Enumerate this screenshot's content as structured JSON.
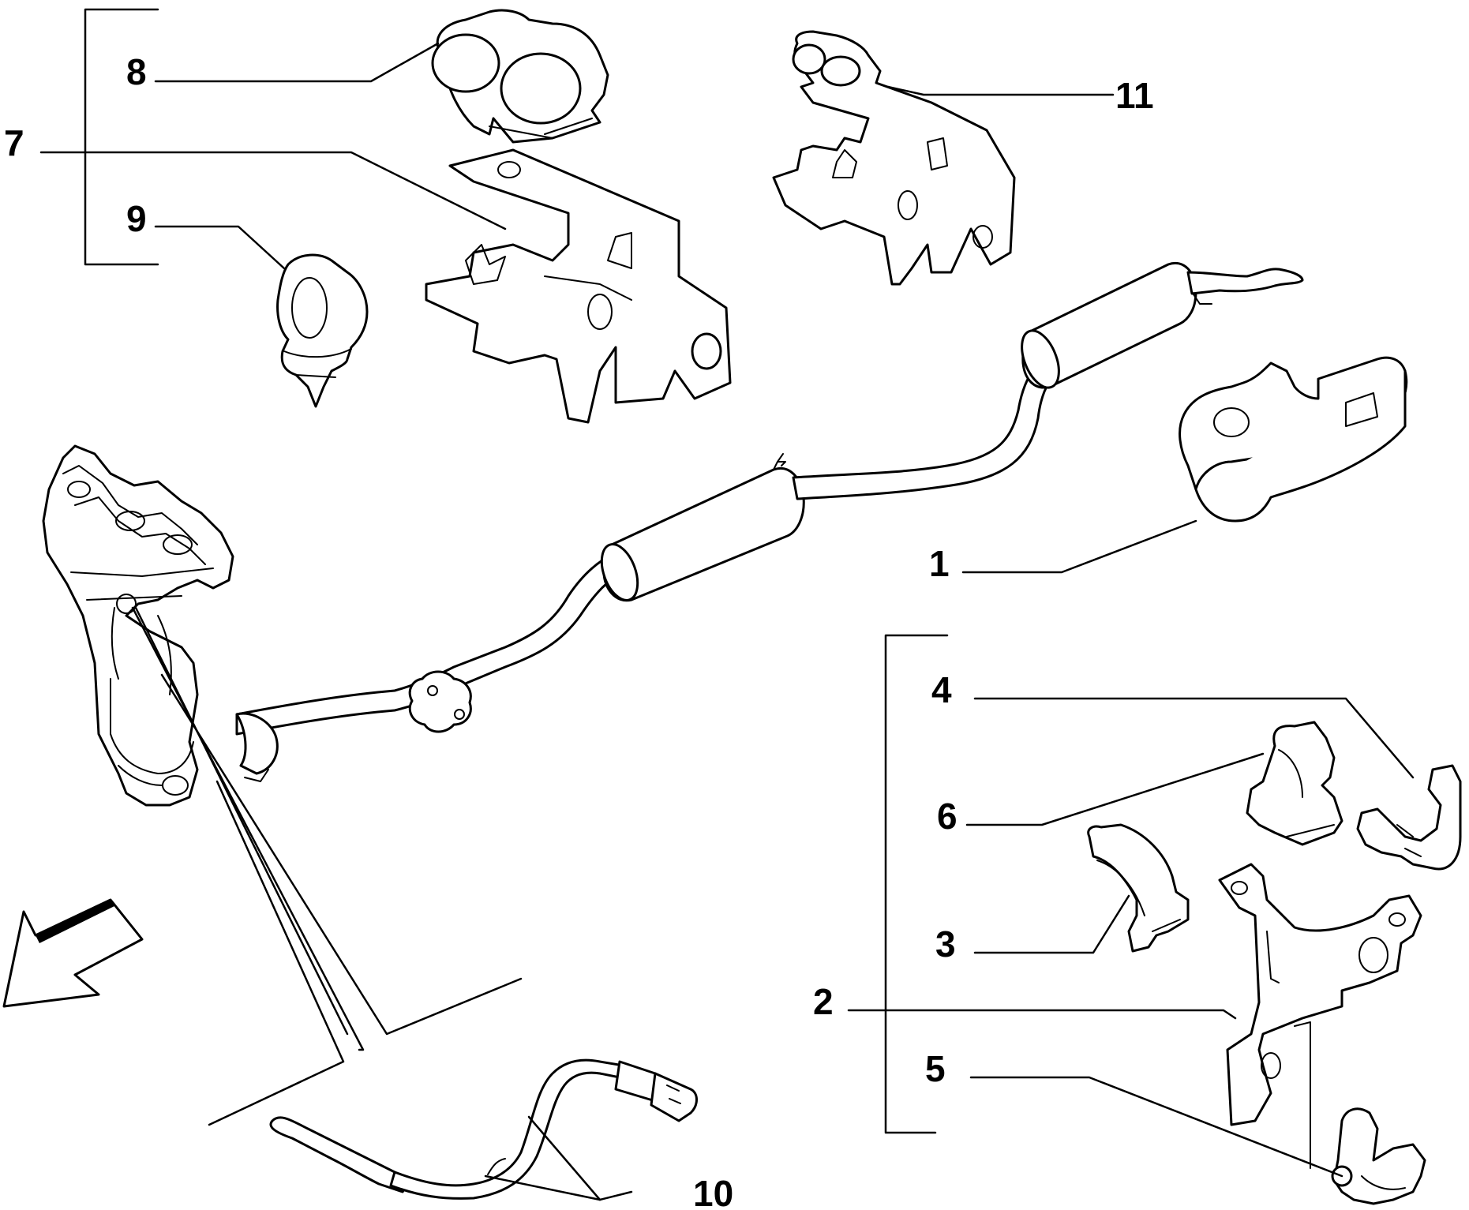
{
  "labels": {
    "part_1": "1",
    "part_2": "2",
    "part_3": "3",
    "part_4": "4",
    "part_5": "5",
    "part_6": "6",
    "part_7": "7",
    "part_8": "8",
    "part_9": "9",
    "part_10": "10",
    "part_11": "11"
  },
  "icons": {
    "direction_arrow": "arrow-left-down-icon"
  },
  "colors": {
    "line": "#000000",
    "background": "#ffffff"
  }
}
